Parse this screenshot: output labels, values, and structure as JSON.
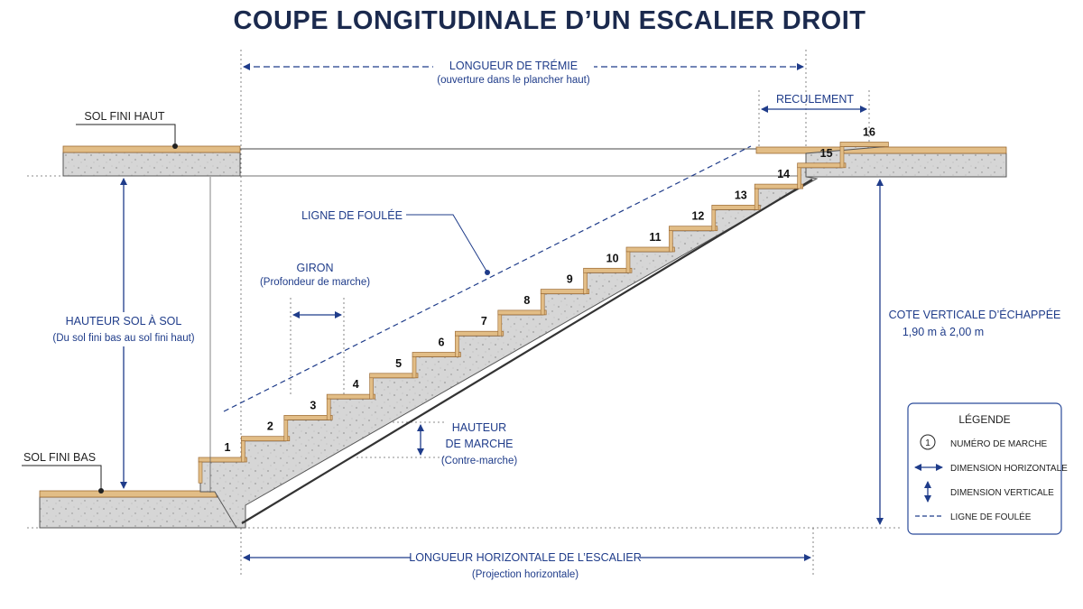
{
  "title": "COUPE LONGITUDINALE D’UN ESCALIER DROIT",
  "labels": {
    "tremie": "LONGUEUR DE TRÉMIE",
    "tremie_sub": "(ouverture dans le plancher haut)",
    "reculement": "RECULEMENT",
    "sol_fini_haut": "SOL FINI HAUT",
    "sol_fini_bas": "SOL FINI BAS",
    "ligne_foulee": "LIGNE DE FOULÉE",
    "giron": "GIRON",
    "giron_sub": "(Profondeur de marche)",
    "hauteur_sol": "HAUTEUR SOL À SOL",
    "hauteur_sol_sub": "(Du sol fini bas au sol fini haut)",
    "hauteur_marche_1": "HAUTEUR",
    "hauteur_marche_2": "DE MARCHE",
    "hauteur_marche_sub": "(Contre-marche)",
    "echappee": "COTE VERTICALE D’ÉCHAPPÉE",
    "echappee_val": "1,90 m à 2,00 m",
    "longueur_h": "LONGUEUR HORIZONTALE DE L’ESCALIER",
    "longueur_h_sub": "(Projection horizontale)"
  },
  "steps": [
    "1",
    "2",
    "3",
    "4",
    "5",
    "6",
    "7",
    "8",
    "9",
    "10",
    "11",
    "12",
    "13",
    "14",
    "15",
    "16"
  ],
  "legend": {
    "title": "LÉGENDE",
    "marker": "1",
    "items": [
      "NUMÉRO DE MARCHE",
      "DIMENSION HORIZONTALE",
      "DIMENSION VERTICALE",
      "LIGNE DE FOULÉE"
    ]
  },
  "colors": {
    "dimension": "#1f3c8a",
    "concrete": "#d4d4d4",
    "wood": "#e2bd86",
    "wood_edge": "#9c6a33"
  }
}
